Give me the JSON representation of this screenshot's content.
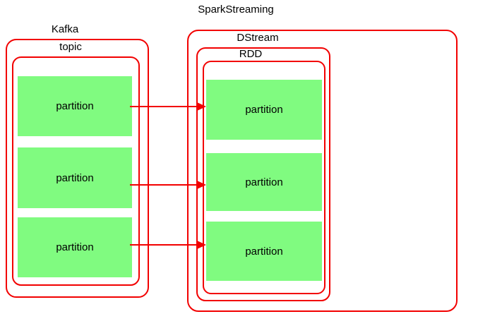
{
  "kafka": {
    "label": "Kafka",
    "topic": {
      "label": "topic",
      "partitions": [
        {
          "label": "partition"
        },
        {
          "label": "partition"
        },
        {
          "label": "partition"
        }
      ]
    }
  },
  "spark_streaming": {
    "label": "SparkStreaming",
    "dstream": {
      "label": "DStream",
      "rdd": {
        "label": "RDD",
        "partitions": [
          {
            "label": "partition"
          },
          {
            "label": "partition"
          },
          {
            "label": "partition"
          }
        ]
      }
    }
  },
  "arrows": {
    "count": 3,
    "direction": "left-to-right",
    "meaning": "kafka topic partition maps to spark rdd partition"
  },
  "colors": {
    "box_border_red": "#f20000",
    "partition_fill_green": "#80fb80",
    "text_black": "#000000",
    "background_white": "#ffffff"
  }
}
